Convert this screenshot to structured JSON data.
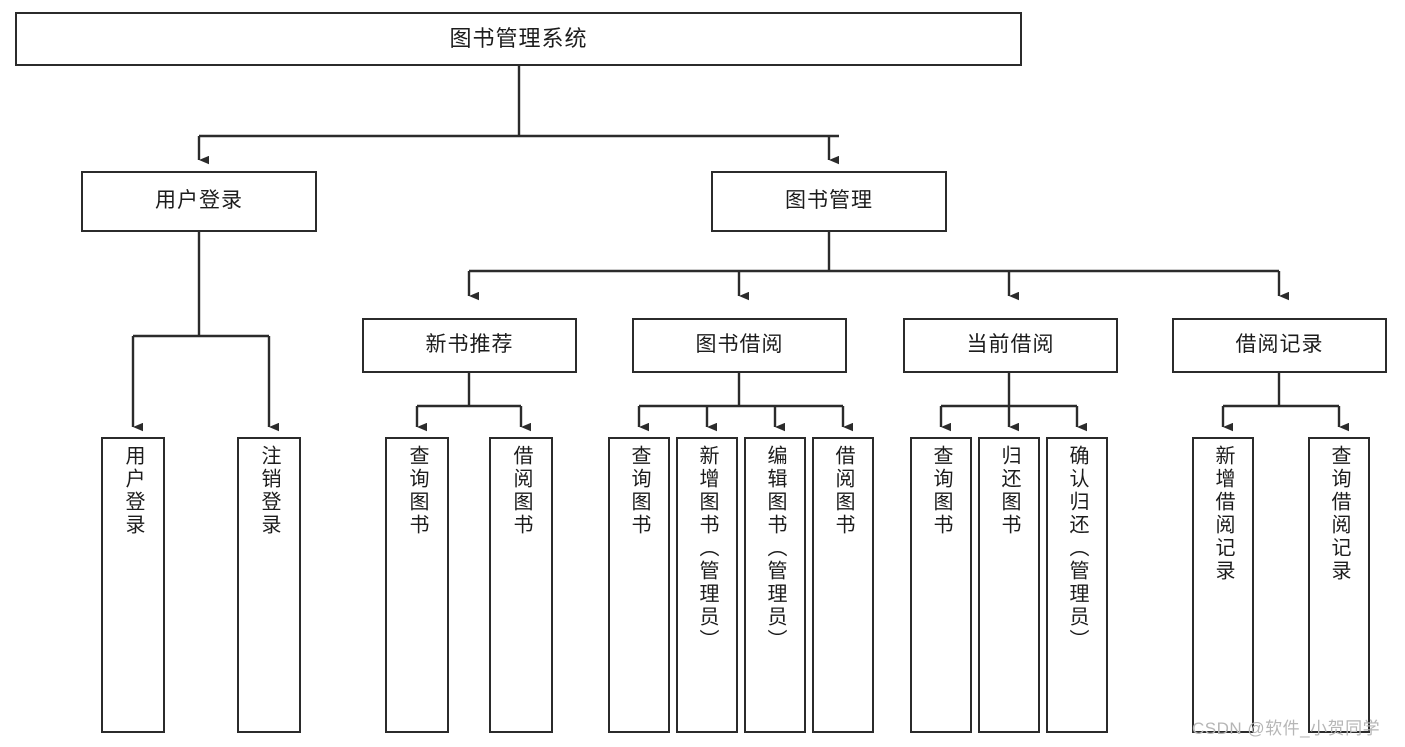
{
  "diagram": {
    "type": "tree",
    "title": "图书管理系统",
    "watermark": "CSDN @软件_小贺同学",
    "colors": {
      "stroke": "#2b2b2b",
      "fill": "#ffffff",
      "text": "#1c1c1c",
      "watermark": "#b6b6b6"
    },
    "root": {
      "label": "图书管理系统"
    },
    "level2": [
      {
        "label": "用户登录"
      },
      {
        "label": "图书管理"
      }
    ],
    "level3": [
      {
        "label": "新书推荐"
      },
      {
        "label": "图书借阅"
      },
      {
        "label": "当前借阅"
      },
      {
        "label": "借阅记录"
      }
    ],
    "leaves": {
      "user_login": [
        {
          "label": "用户登录"
        },
        {
          "label": "注销登录"
        }
      ],
      "new_book_recommend": [
        {
          "label": "查询图书"
        },
        {
          "label": "借阅图书"
        }
      ],
      "book_borrow": [
        {
          "label": "查询图书"
        },
        {
          "label": "新增图书（管理员）"
        },
        {
          "label": "编辑图书（管理员）"
        },
        {
          "label": "借阅图书"
        }
      ],
      "current_borrow": [
        {
          "label": "查询图书"
        },
        {
          "label": "归还图书"
        },
        {
          "label": "确认归还（管理员）"
        }
      ],
      "borrow_record": [
        {
          "label": "新增借阅记录"
        },
        {
          "label": "查询借阅记录"
        }
      ]
    }
  }
}
